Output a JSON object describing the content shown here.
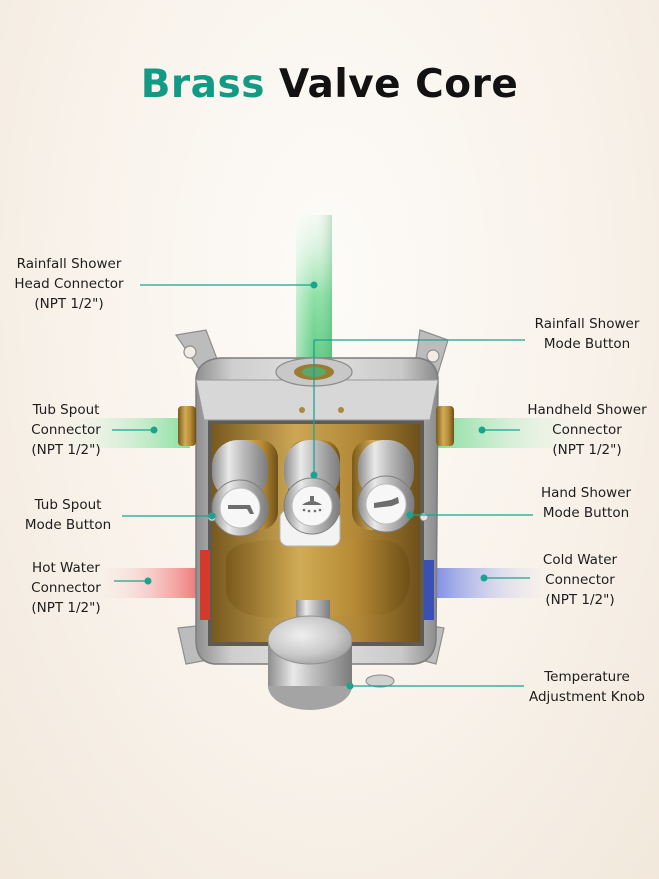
{
  "title": {
    "word1": "Brass",
    "word2": "Valve Core"
  },
  "colors": {
    "accent": "#139a84",
    "leader_line": "#1aa391",
    "hot_pipe": "#ef6b6b",
    "cold_pipe": "#6f7fe0",
    "spout_pipe": "#7fdc9a",
    "brass": "#c9a24a",
    "chrome": "#c4c4c4"
  },
  "labels": {
    "rainfall_head": {
      "line1": "Rainfall Shower",
      "line2": "Head Connector",
      "line3": "(NPT 1/2\")"
    },
    "rainfall_mode": {
      "line1": "Rainfall Shower",
      "line2": "Mode Button"
    },
    "tub_spout_connector": {
      "line1": "Tub Spout",
      "line2": "Connector",
      "line3": "(NPT 1/2\")"
    },
    "handheld_connector": {
      "line1": "Handheld Shower",
      "line2": "Connector",
      "line3": "(NPT 1/2\")"
    },
    "tub_spout_mode": {
      "line1": "Tub Spout",
      "line2": "Mode Button"
    },
    "hand_shower_mode": {
      "line1": "Hand Shower",
      "line2": "Mode Button"
    },
    "hot_water": {
      "line1": "Hot Water",
      "line2": "Connector",
      "line3": "(NPT 1/2\")"
    },
    "cold_water": {
      "line1": "Cold Water",
      "line2": "Connector",
      "line3": "(NPT 1/2\")"
    },
    "temperature_knob": {
      "line1": "Temperature",
      "line2": "Adjustment Knob"
    }
  },
  "icons": {
    "tub_spout_button": "tub-spout-icon",
    "rainfall_button": "shower-head-icon",
    "hand_shower_button": "hand-shower-icon"
  }
}
